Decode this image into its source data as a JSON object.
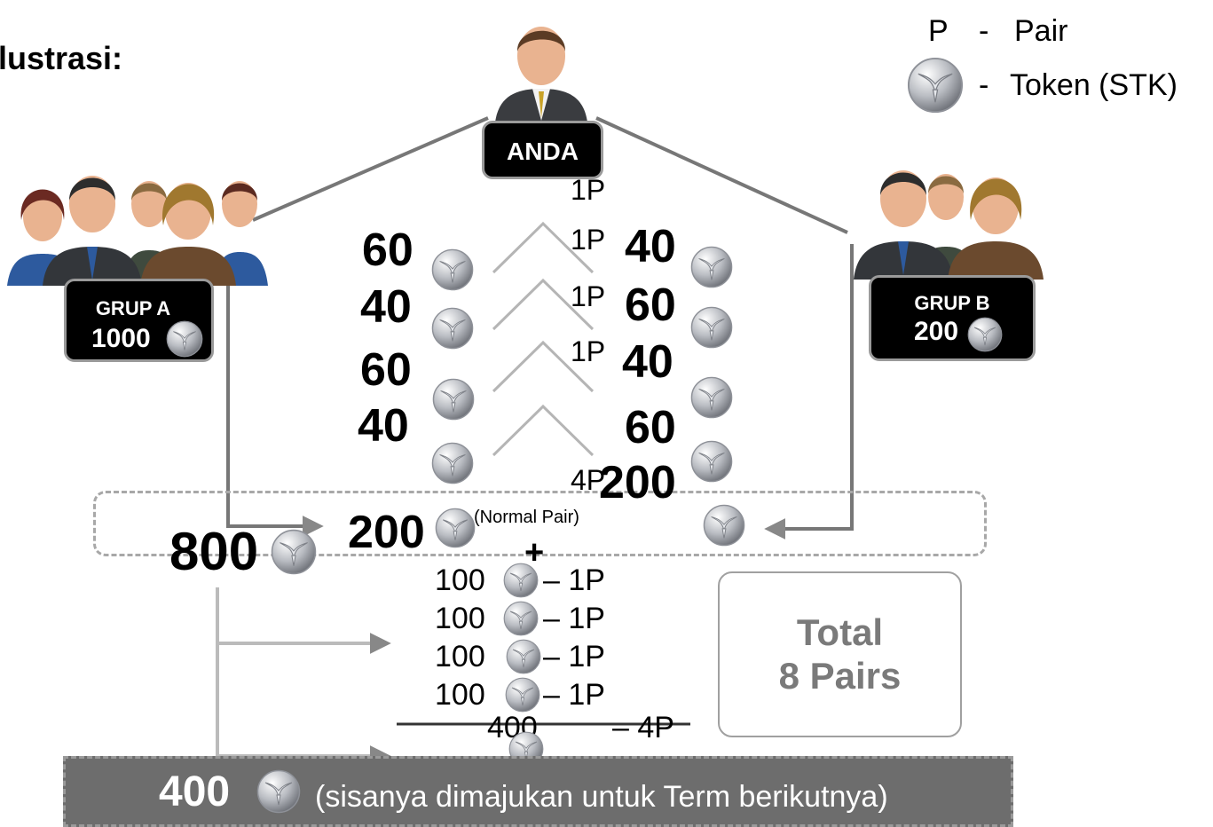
{
  "title": "lustrasi:",
  "legend": {
    "pair_key": "P",
    "pair_sep": "-",
    "pair_label": "Pair",
    "token_sep": "-",
    "token_label": "Token (STK)",
    "token_icon": "token-icon"
  },
  "center_person": {
    "label": "ANDA"
  },
  "group_a": {
    "label": "GRUP A",
    "value": "1000"
  },
  "group_b": {
    "label": "GRUP B",
    "value": "200"
  },
  "left_column": [
    "60",
    "40",
    "60",
    "40"
  ],
  "right_column": [
    "40",
    "60",
    "40",
    "60"
  ],
  "pair_labels": [
    "1P",
    "1P",
    "1P",
    "1P"
  ],
  "four_p": "4P",
  "right_200": "200",
  "normal_pair": {
    "value": "200",
    "note": "(Normal Pair)"
  },
  "left_total": "800",
  "plus": "+",
  "breakdown": [
    {
      "amount": "100",
      "pair": "– 1P"
    },
    {
      "amount": "100",
      "pair": "– 1P"
    },
    {
      "amount": "100",
      "pair": "– 1P"
    },
    {
      "amount": "100",
      "pair": "– 1P"
    }
  ],
  "breakdown_total": {
    "amount": "400",
    "pair": "– 4P"
  },
  "total_box": {
    "line1": "Total",
    "line2": "8 Pairs"
  },
  "bottom_bar": {
    "value": "400",
    "text": "(sisanya dimajukan untuk Term berikutnya)"
  },
  "colors": {
    "label_bg": "#000000",
    "connector": "#777777",
    "dash": "#a8a8a8",
    "bar_bg": "#6d6d6d",
    "total_text": "#7a7a7a"
  }
}
